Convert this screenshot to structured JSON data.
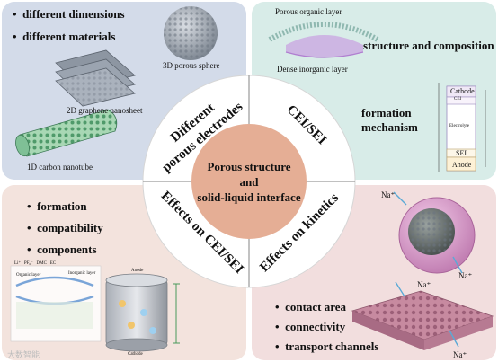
{
  "center": {
    "line1": "Porous structure",
    "line2": "and",
    "line3": "solid-liquid interface"
  },
  "ring": {
    "top_left": {
      "line1": "Different",
      "line2": "porous electrodes"
    },
    "top_right": "CEI/SEI",
    "bottom_left": "Effects on CEI/SEI",
    "bottom_right": "Effects on kinetics"
  },
  "top_left": {
    "bullets": [
      "different dimensions",
      "different materials"
    ],
    "captions": {
      "sphere": "3D porous sphere",
      "graphene": "2D graphene nanosheet",
      "nanotube": "1D carbon nanotube"
    }
  },
  "top_right": {
    "labels": {
      "organic": "Porous organic layer",
      "inorganic": "Dense inorganic layer"
    },
    "headings": {
      "structure": "structure and composition",
      "formation1": "formation",
      "formation2": "mechanism"
    },
    "stack": [
      "Cathode",
      "CEI",
      "Electrolyte",
      "SEI",
      "Anode"
    ]
  },
  "bottom_left": {
    "bullets": [
      "formation",
      "compatibility",
      "components"
    ],
    "legend": [
      "Li⁺",
      "PF₆⁻",
      "DMC",
      "EC"
    ],
    "inset_labels": {
      "organic": "Organic layer",
      "inorganic": "Inorganic layer",
      "anode": "Anode",
      "cathode": "Cathode"
    }
  },
  "bottom_right": {
    "bullets": [
      "contact area",
      "connectivity",
      "transport channels"
    ],
    "ion_labels": [
      "Na⁺",
      "Na⁺",
      "Na⁺",
      "Na⁺"
    ]
  },
  "watermark": "大数智能"
}
